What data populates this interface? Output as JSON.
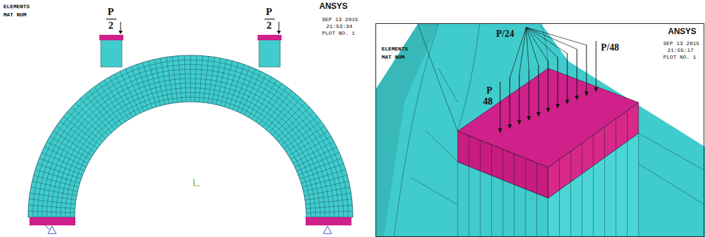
{
  "diagram": {
    "labels": [
      "ELEMENTS",
      "MAT NUM",
      "ANSYS",
      "SEP 13 2015",
      "21:53:34",
      "PLOT NO. 1",
      "P",
      "2",
      "P",
      "2",
      "ELEMENTS",
      "MAT NUM",
      "ANSYS",
      "SEP 13 2015",
      "21:55:17",
      "PLOT NO. 1",
      "P/24",
      "P/48",
      "P",
      "48"
    ]
  }
}
